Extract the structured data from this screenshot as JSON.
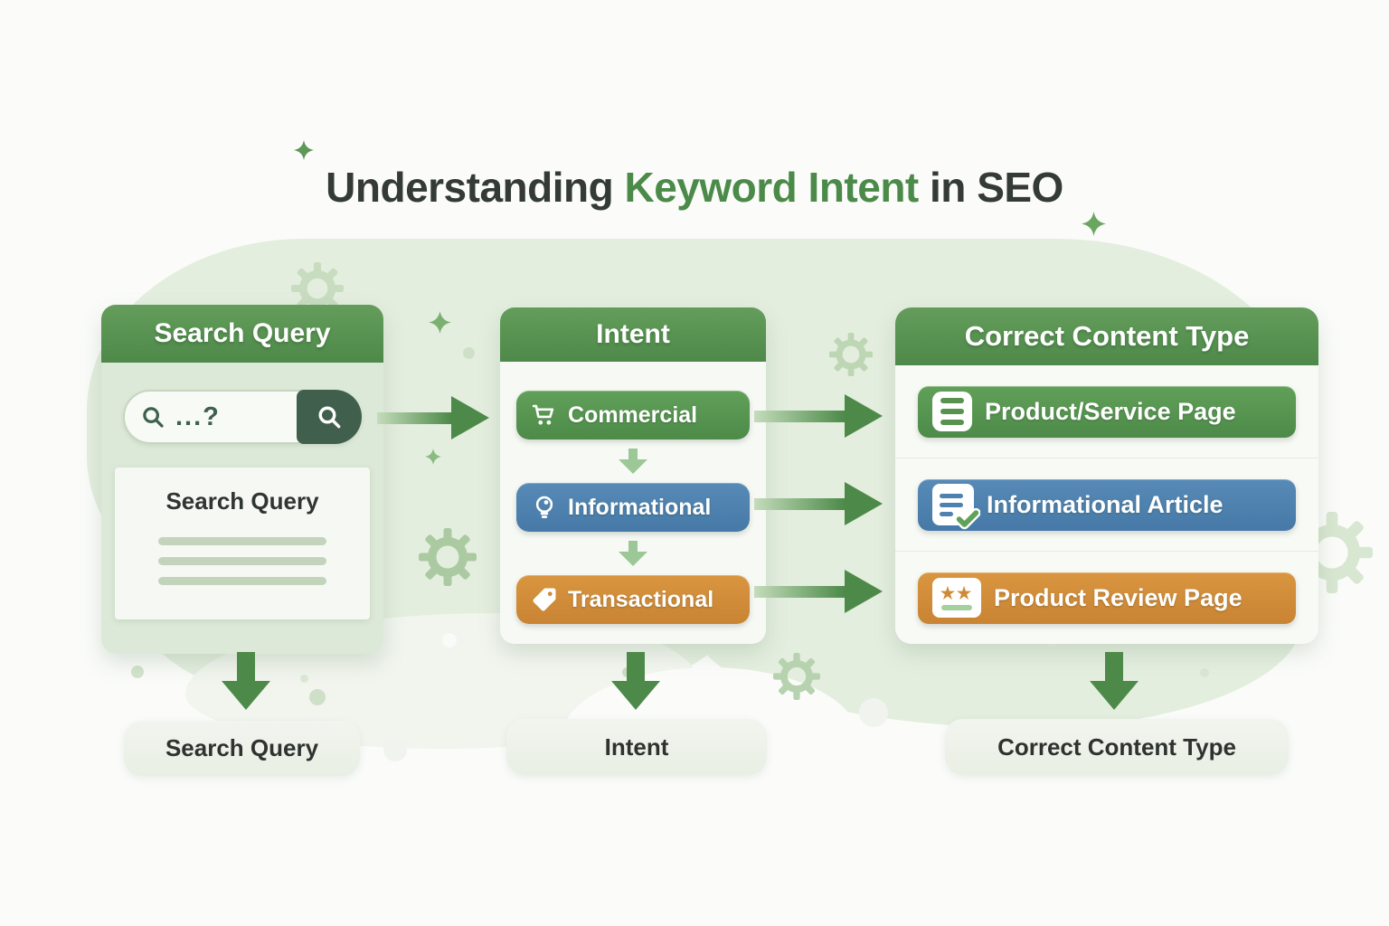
{
  "title": {
    "pre": "Understanding ",
    "highlight": "Keyword Intent",
    "post": " in SEO"
  },
  "panels": {
    "search_query": {
      "header": "Search Query",
      "search_placeholder": "...?",
      "card_title": "Search Query"
    },
    "intent": {
      "header": "Intent",
      "items": [
        {
          "label": "Commercial",
          "icon": "cart-icon",
          "color": "#4d8a49"
        },
        {
          "label": "Informational",
          "icon": "lightbulb-icon",
          "color": "#4e81af"
        },
        {
          "label": "Transactional",
          "icon": "tag-icon",
          "color": "#d08c3a"
        }
      ]
    },
    "content_type": {
      "header": "Correct Content Type",
      "items": [
        {
          "label": "Product/Service Page",
          "icon": "document-lines-icon",
          "color": "#4d8a49"
        },
        {
          "label": "Informational Article",
          "icon": "article-check-icon",
          "color": "#4e81af"
        },
        {
          "label": "Product Review Page",
          "icon": "star-rating-icon",
          "color": "#d08c3a"
        }
      ]
    }
  },
  "footer_labels": {
    "search_query": "Search Query",
    "intent": "Intent",
    "content_type": "Correct Content Type"
  },
  "colors": {
    "accent_green": "#4d8a49",
    "header_green": "#579350",
    "blue": "#4e81af",
    "orange": "#d08c3a",
    "dark_green": "#40604d",
    "mint_body": "#dde9d8",
    "blob_green": "#e4eedf",
    "text_dark": "#2f3531"
  }
}
